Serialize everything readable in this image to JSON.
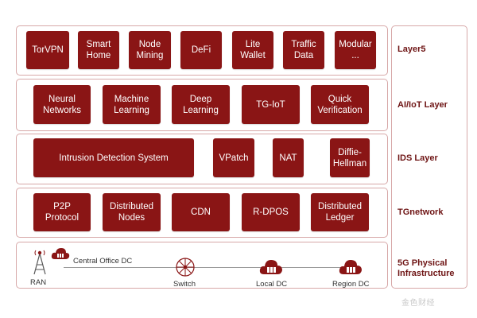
{
  "colors": {
    "accent": "#8a1515",
    "border": "#d7a8a8",
    "label": "#6e1414"
  },
  "layers": [
    {
      "label": "Layer5",
      "boxes": [
        "TorVPN",
        "Smart\nHome",
        "Node\nMining",
        "DeFi",
        "Lite\nWallet",
        "Traffic\nData",
        "Modular\n..."
      ]
    },
    {
      "label": "AI/IoT Layer",
      "boxes": [
        "Neural\nNetworks",
        "Machine\nLearning",
        "Deep\nLearning",
        "TG-IoT",
        "Quick\nVerification"
      ]
    },
    {
      "label": "IDS Layer",
      "boxes": [
        "Intrusion Detection System",
        "VPatch",
        "NAT",
        "Diffie-\nHellman"
      ]
    },
    {
      "label": "TGnetwork",
      "boxes": [
        "P2P\nProtocol",
        "Distributed\nNodes",
        "CDN",
        "R-DPOS",
        "Distributed\nLedger"
      ]
    },
    {
      "label": "5G Physical\nInfrastructure"
    }
  ],
  "infra": {
    "ran": "RAN",
    "central_office": "Central Office DC",
    "switch": "Switch",
    "local_dc": "Local DC",
    "region_dc": "Region DC"
  },
  "watermark": "金色财经"
}
